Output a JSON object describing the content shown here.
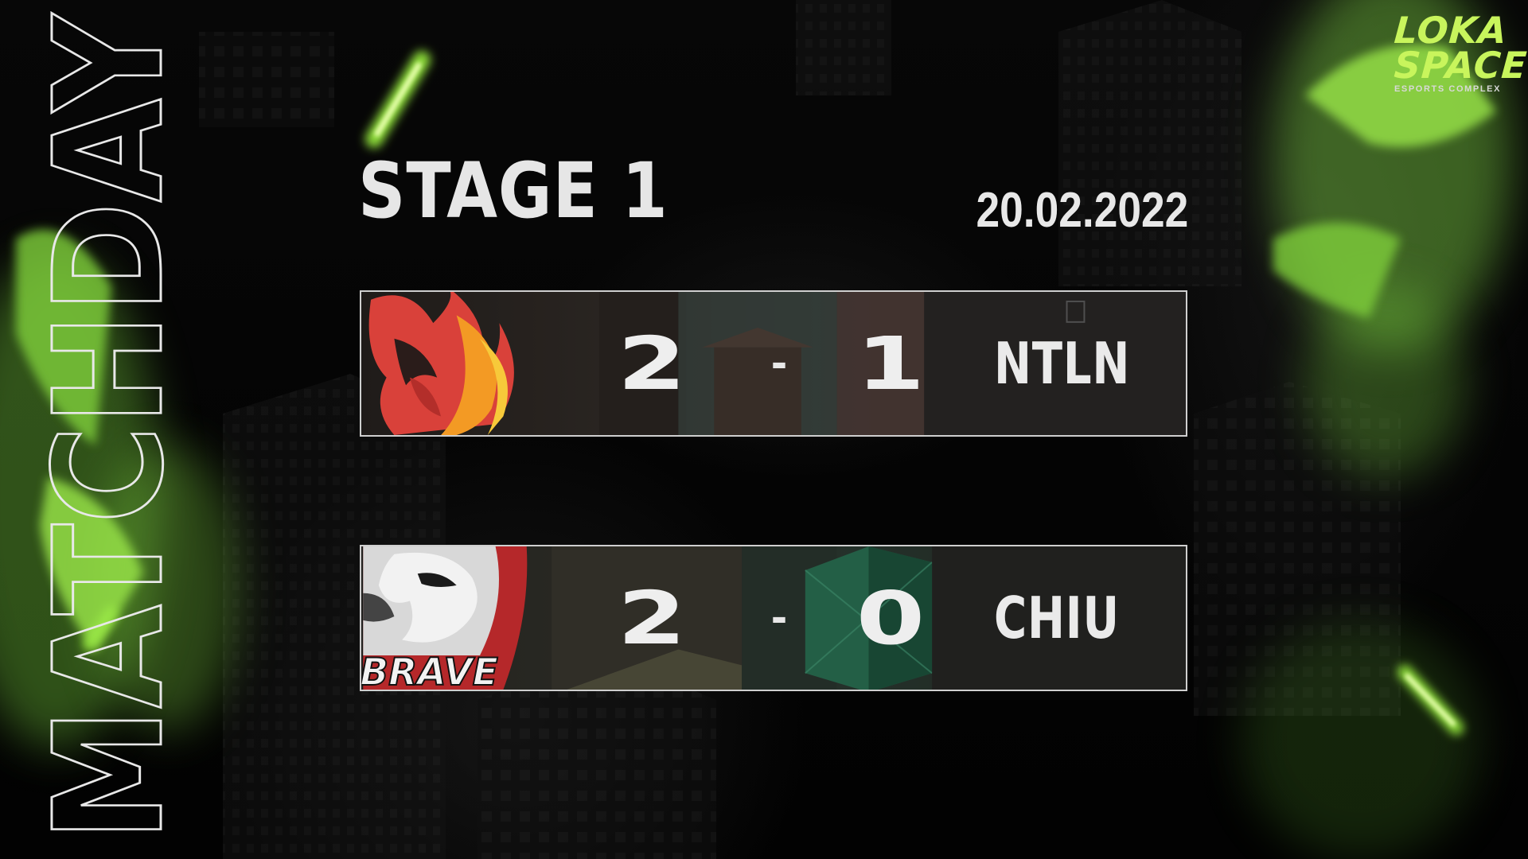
{
  "page": {
    "vertical_title": "MATCHDAY",
    "stage": "STAGE 1",
    "date": "20.02.2022"
  },
  "brand": {
    "line1": "LOKA",
    "line2": "SPACE",
    "tagline": "ESPORTS COMPLEX",
    "color": "#c8f55c"
  },
  "matches": [
    {
      "left_logo": "flame-team-logo",
      "left_score": "2",
      "separator": "-",
      "right_score": "1",
      "opponent": "NTLN"
    },
    {
      "left_logo": "brave-team-logo",
      "left_logo_text": "BRAVE",
      "left_score": "2",
      "separator": "-",
      "right_score": "0",
      "opponent": "CHIU"
    }
  ],
  "colors": {
    "accent_green": "#9be84a",
    "text": "#eaeaea",
    "card_border": "#cfcfcf"
  }
}
